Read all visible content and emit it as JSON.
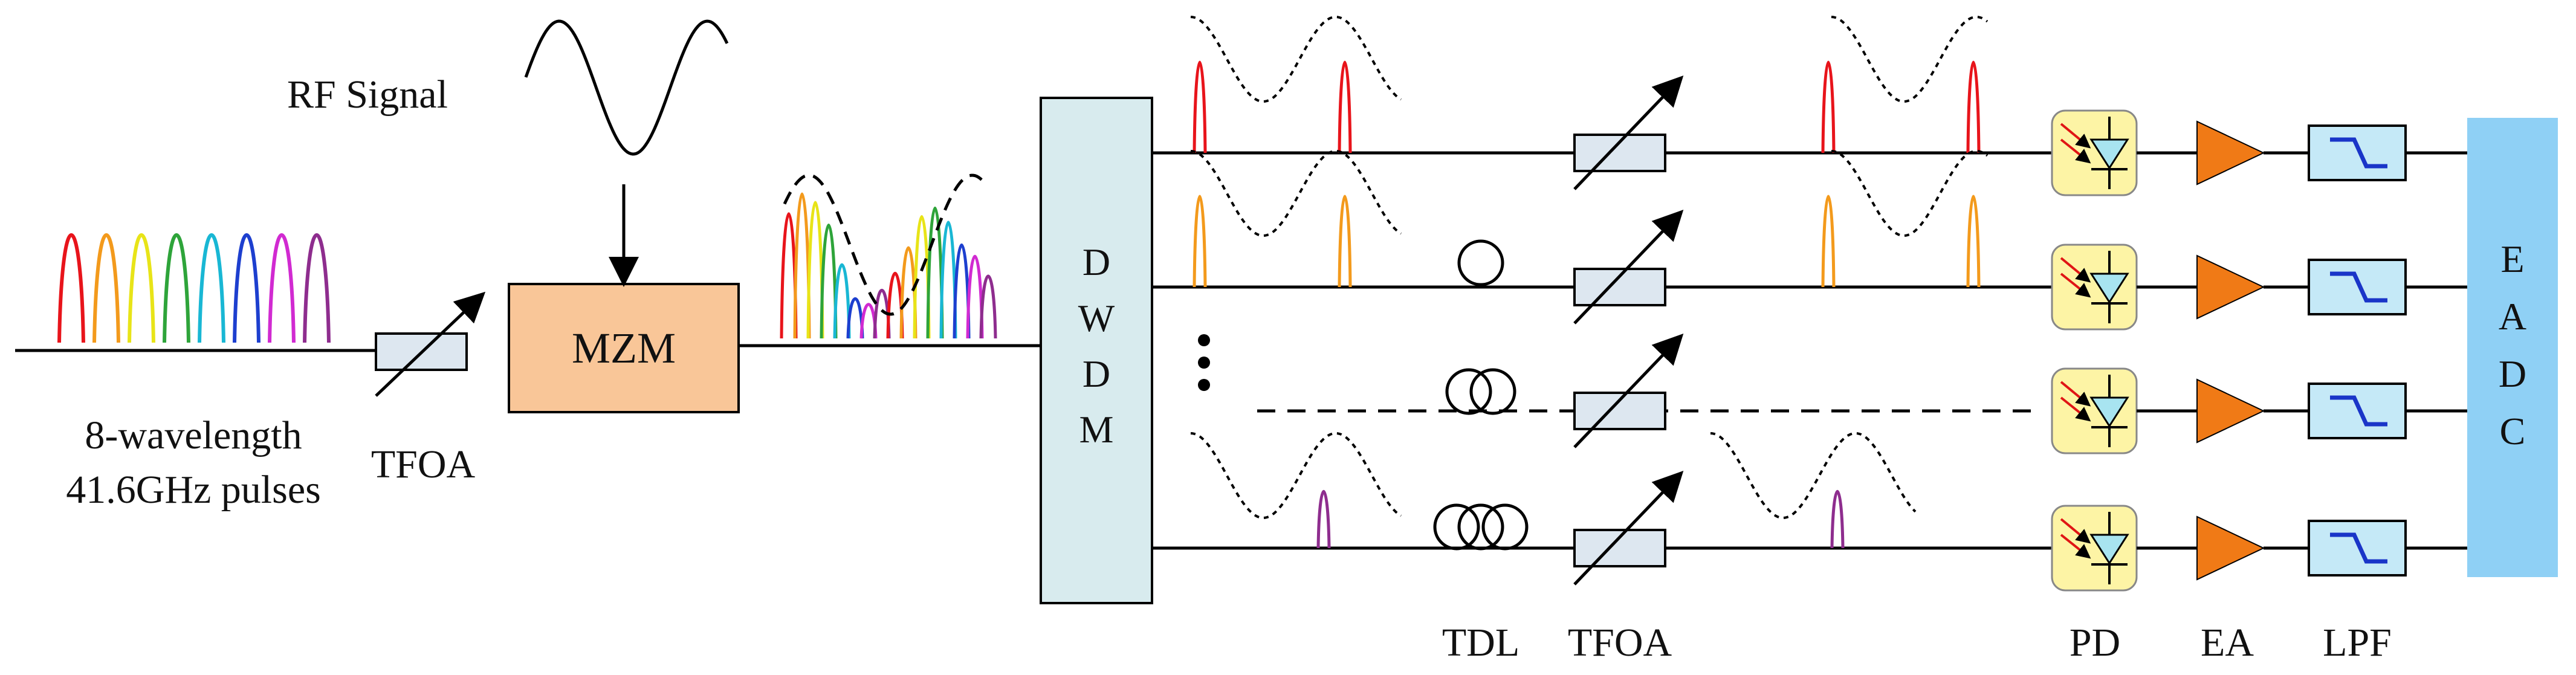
{
  "labels": {
    "rf_signal": "RF Signal",
    "source_line1": "8-wavelength",
    "source_line2": "41.6GHz pulses",
    "tfoa_input": "TFOA",
    "mzm": "MZM",
    "dwdm": [
      "D",
      "W",
      "D",
      "M"
    ],
    "eadc": [
      "E",
      "A",
      "D",
      "C"
    ],
    "tdl_bottom": "TDL",
    "tfoa_bottom": "TFOA",
    "pd": "PD",
    "ea": "EA",
    "lpf": "LPF"
  },
  "colors": {
    "wavelengths": [
      "#e8141b",
      "#f39a1c",
      "#e8e418",
      "#2ea43a",
      "#19b7d4",
      "#1d3fcf",
      "#d12ad1",
      "#8e2d8e"
    ],
    "mzm_fill": "#f9c698",
    "dwdm_fill": "#d8ebee",
    "eadc_fill": "#8fd0f5",
    "pd_fill": "#fdf4a5",
    "pd_diode": "#a8e4f0",
    "ea_fill": "#f07a16",
    "lpf_fill": "#c5e9f7",
    "lpf_stroke": "#1a35c8",
    "tfoa_fill": "#dde7f0"
  },
  "channels": [
    {
      "pulse_color": "#e8141b",
      "tdl_loops": 0
    },
    {
      "pulse_color": "#f39a1c",
      "tdl_loops": 1
    },
    {
      "pulse_color": "#e8e418",
      "tdl_loops": 2
    },
    {
      "pulse_color": "#8e2d8e",
      "tdl_loops": 3
    }
  ]
}
